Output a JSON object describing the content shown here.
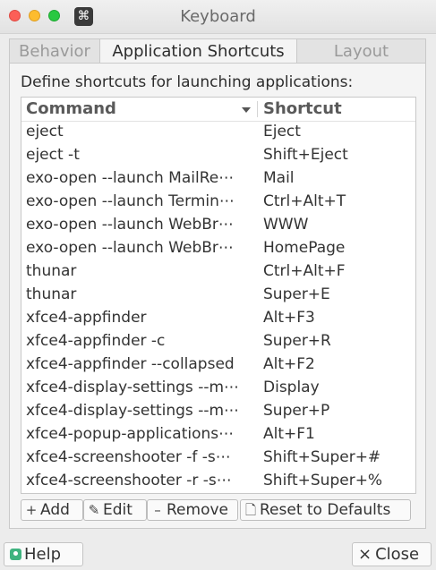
{
  "window": {
    "title": "Keyboard",
    "app_icon": "command-key-icon"
  },
  "tabs": [
    {
      "label": "Behavior"
    },
    {
      "label": "Application Shortcuts",
      "active": true
    },
    {
      "label": "Layout"
    }
  ],
  "main": {
    "instruction": "Define shortcuts for launching applications:",
    "columns": {
      "command": "Command",
      "shortcut": "Shortcut"
    },
    "rows": [
      {
        "command": "eject",
        "shortcut": "Eject"
      },
      {
        "command": "eject -t",
        "shortcut": "Shift+Eject"
      },
      {
        "command": "exo-open --launch MailRe⋯",
        "shortcut": "Mail"
      },
      {
        "command": "exo-open --launch Termin⋯",
        "shortcut": "Ctrl+Alt+T"
      },
      {
        "command": "exo-open --launch WebBr⋯",
        "shortcut": "WWW"
      },
      {
        "command": "exo-open --launch WebBr⋯",
        "shortcut": "HomePage"
      },
      {
        "command": "thunar",
        "shortcut": "Ctrl+Alt+F"
      },
      {
        "command": "thunar",
        "shortcut": "Super+E"
      },
      {
        "command": "xfce4-appfinder",
        "shortcut": "Alt+F3"
      },
      {
        "command": "xfce4-appfinder -c",
        "shortcut": "Super+R"
      },
      {
        "command": "xfce4-appfinder --collapsed",
        "shortcut": "Alt+F2"
      },
      {
        "command": "xfce4-display-settings --m⋯",
        "shortcut": "Display"
      },
      {
        "command": "xfce4-display-settings --m⋯",
        "shortcut": "Super+P"
      },
      {
        "command": "xfce4-popup-applications⋯",
        "shortcut": "Alt+F1"
      },
      {
        "command": "xfce4-screenshooter -f -s⋯",
        "shortcut": "Shift+Super+#"
      },
      {
        "command": "xfce4-screenshooter -r -s⋯",
        "shortcut": "Shift+Super+%"
      }
    ]
  },
  "toolbar": {
    "add_label": "Add",
    "edit_label": "Edit",
    "remove_label": "Remove",
    "reset_label": "Reset to Defaults"
  },
  "bottom": {
    "help_label": "Help",
    "close_label": "Close"
  }
}
